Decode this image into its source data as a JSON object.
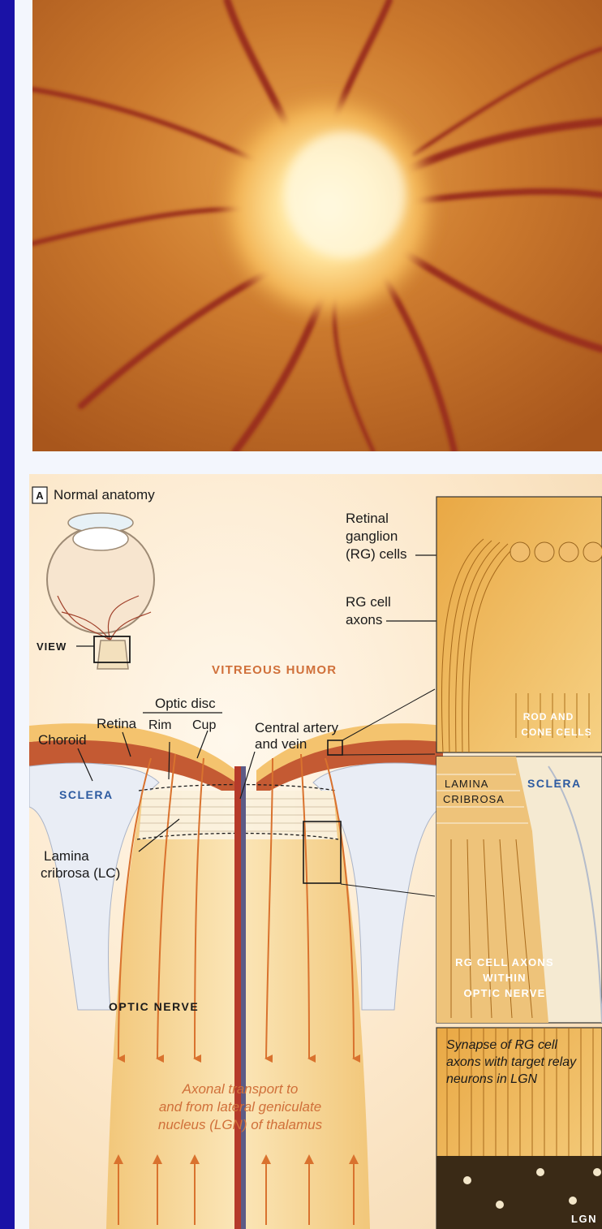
{
  "panel": {
    "letter": "A",
    "title": "Normal anatomy"
  },
  "labels": {
    "view": "VIEW",
    "vitreous": "VITREOUS HUMOR",
    "optic_disc": "Optic disc",
    "rim": "Rim",
    "cup": "Cup",
    "retina": "Retina",
    "choroid": "Choroid",
    "central_line1": "Central artery",
    "central_line2": "and vein",
    "sclera_left": "SCLERA",
    "lamina_line1": "Lamina",
    "lamina_line2": "cribrosa (LC)",
    "optic_nerve": "OPTIC NERVE",
    "transport_line1": "Axonal transport to",
    "transport_line2": "and from lateral geniculate",
    "transport_line3": "nucleus (LGN) of thalamus",
    "rg_cells_line1": "Retinal",
    "rg_cells_line2": "ganglion",
    "rg_cells_line3": "(RG) cells",
    "rg_axons_line1": "RG cell",
    "rg_axons_line2": "axons"
  },
  "insets": {
    "top": {
      "caption_line1": "ROD AND",
      "caption_line2": "CONE CELLS"
    },
    "middle": {
      "lamina_line1": "LAMINA",
      "lamina_line2": "CRIBROSA",
      "sclera": "SCLERA",
      "axons_line1": "RG CELL AXONS",
      "axons_line2": "WITHIN",
      "axons_line3": "OPTIC NERVE"
    },
    "bottom": {
      "synapse_line1": "Synapse of RG cell",
      "synapse_line2": "axons with target relay",
      "synapse_line3": "neurons in LGN",
      "lgn": "LGN"
    }
  },
  "colors": {
    "frame": "#1a12a6",
    "label_orange": "#d0703a",
    "label_blue": "#2c5aa0",
    "arrow": "#d9722e",
    "text_dark": "#1a1a1a"
  }
}
